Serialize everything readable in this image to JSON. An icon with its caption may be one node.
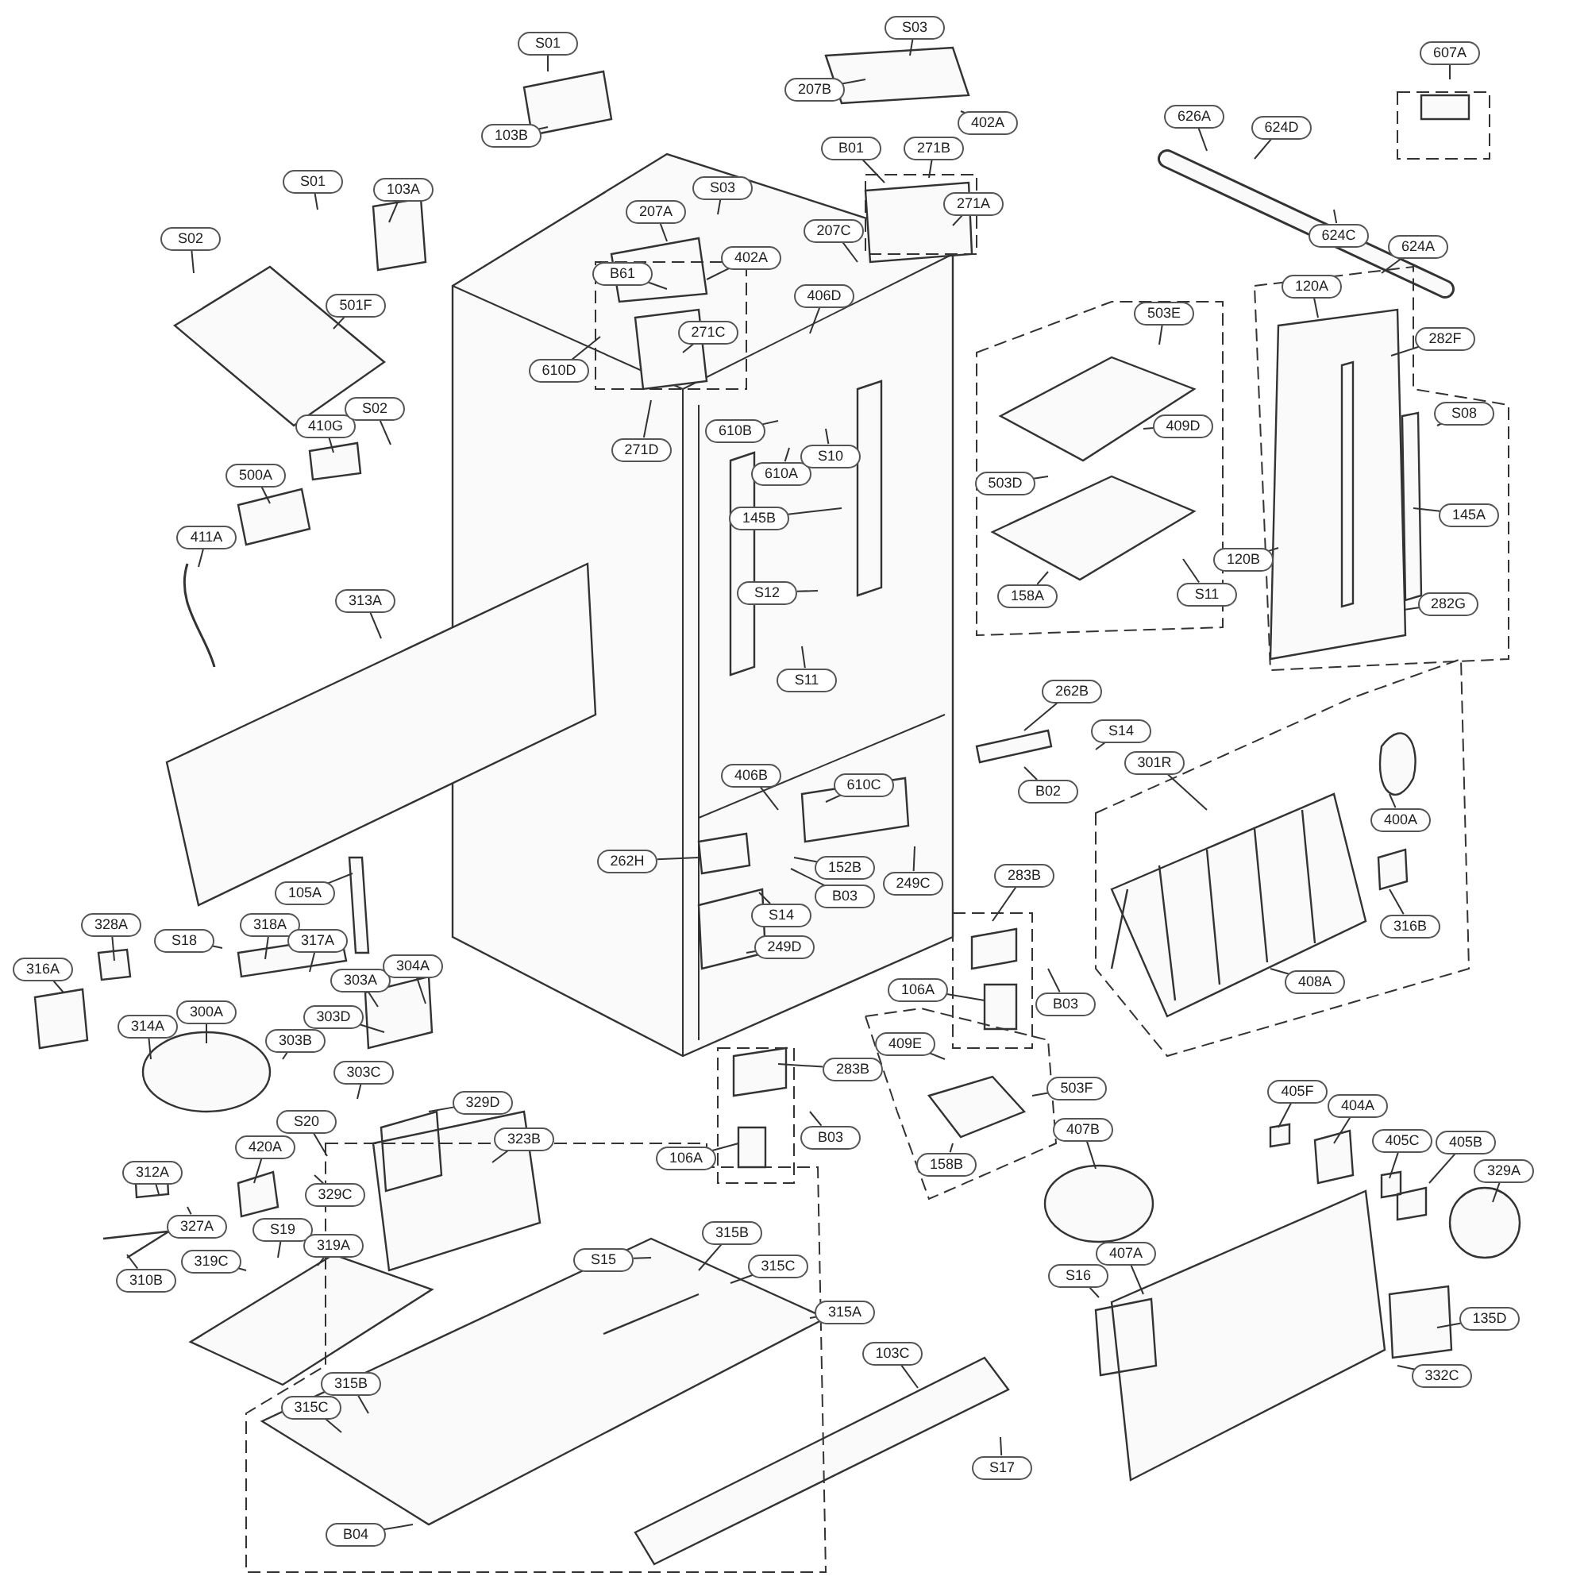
{
  "diagram": {
    "nodes": [
      {
        "text": [
          "S01"
        ]
      },
      {
        "text": [
          "103B"
        ]
      },
      {
        "text": [
          "S03"
        ]
      },
      {
        "text": [
          "207B"
        ]
      },
      {
        "text": [
          "402A"
        ]
      },
      {
        "text": [
          "607A"
        ]
      },
      {
        "text": [
          "626A"
        ]
      },
      {
        "text": [
          "624D"
        ]
      },
      {
        "text": [
          "624C"
        ]
      },
      {
        "text": [
          "624A"
        ]
      },
      {
        "text": [
          "S01"
        ]
      },
      {
        "text": [
          "103A"
        ]
      },
      {
        "text": [
          "S03"
        ]
      },
      {
        "text": [
          "B01"
        ]
      },
      {
        "text": [
          "271B"
        ]
      },
      {
        "text": [
          "271A"
        ]
      },
      {
        "text": [
          "207A"
        ]
      },
      {
        "text": [
          "207C"
        ]
      },
      {
        "text": [
          "S02"
        ]
      },
      {
        "text": [
          "B61"
        ]
      },
      {
        "text": [
          "402A"
        ]
      },
      {
        "text": [
          "406D"
        ]
      },
      {
        "text": [
          "501F"
        ]
      },
      {
        "text": [
          "610D"
        ]
      },
      {
        "text": [
          "271C"
        ]
      },
      {
        "text": [
          "503E"
        ]
      },
      {
        "text": [
          "120A"
        ]
      },
      {
        "text": [
          "282F"
        ]
      },
      {
        "text": [
          "271D"
        ]
      },
      {
        "text": [
          "410G"
        ]
      },
      {
        "text": [
          "S02"
        ]
      },
      {
        "text": [
          "610B"
        ]
      },
      {
        "text": [
          "409D"
        ]
      },
      {
        "text": [
          "S08"
        ]
      },
      {
        "text": [
          "610A"
        ]
      },
      {
        "text": [
          "S10"
        ]
      },
      {
        "text": [
          "500A"
        ]
      },
      {
        "text": [
          "503D"
        ]
      },
      {
        "text": [
          "145B"
        ]
      },
      {
        "text": [
          "145A"
        ]
      },
      {
        "text": [
          "411A"
        ]
      },
      {
        "text": [
          "120B"
        ]
      },
      {
        "text": [
          "158A"
        ]
      },
      {
        "text": [
          "S11"
        ]
      },
      {
        "text": [
          "282G"
        ]
      },
      {
        "text": [
          "313A"
        ]
      },
      {
        "text": [
          "S12"
        ]
      },
      {
        "text": [
          "S11"
        ]
      },
      {
        "text": [
          "262B"
        ]
      },
      {
        "text": [
          "S14"
        ]
      },
      {
        "text": [
          "B02"
        ]
      },
      {
        "text": [
          "301R"
        ]
      },
      {
        "text": [
          "406B"
        ]
      },
      {
        "text": [
          "610C"
        ]
      },
      {
        "text": [
          "400A"
        ]
      },
      {
        "text": [
          "262H"
        ]
      },
      {
        "text": [
          "152B"
        ]
      },
      {
        "text": [
          "249C"
        ]
      },
      {
        "text": [
          "283B"
        ]
      },
      {
        "text": [
          "105A"
        ]
      },
      {
        "text": [
          "B03"
        ]
      },
      {
        "text": [
          "S14"
        ]
      },
      {
        "text": [
          "316B"
        ]
      },
      {
        "text": [
          "328A"
        ]
      },
      {
        "text": [
          "318A"
        ]
      },
      {
        "text": [
          "S18"
        ]
      },
      {
        "text": [
          "317A"
        ]
      },
      {
        "text": [
          "249D"
        ]
      },
      {
        "text": [
          "316A"
        ]
      },
      {
        "text": [
          "303A"
        ]
      },
      {
        "text": [
          "304A"
        ]
      },
      {
        "text": [
          "408A"
        ]
      },
      {
        "text": [
          "106A"
        ]
      },
      {
        "text": [
          "B03"
        ]
      },
      {
        "text": [
          "314A"
        ]
      },
      {
        "text": [
          "300A"
        ]
      },
      {
        "text": [
          "303D"
        ]
      },
      {
        "text": [
          "303B"
        ]
      },
      {
        "text": [
          "409E"
        ]
      },
      {
        "text": [
          "283B"
        ]
      },
      {
        "text": [
          "303C"
        ]
      },
      {
        "text": [
          "503F"
        ]
      },
      {
        "text": [
          "405F"
        ]
      },
      {
        "text": [
          "329D"
        ]
      },
      {
        "text": [
          "404A"
        ]
      },
      {
        "text": [
          "B03"
        ]
      },
      {
        "text": [
          "407B"
        ]
      },
      {
        "text": [
          "S20"
        ]
      },
      {
        "text": [
          "323B"
        ]
      },
      {
        "text": [
          "405C"
        ]
      },
      {
        "text": [
          "405B"
        ]
      },
      {
        "text": [
          "420A"
        ]
      },
      {
        "text": [
          "106A"
        ]
      },
      {
        "text": [
          "158B"
        ]
      },
      {
        "text": [
          "312A"
        ]
      },
      {
        "text": [
          "329A"
        ]
      },
      {
        "text": [
          "329C"
        ]
      },
      {
        "text": [
          "327A"
        ]
      },
      {
        "text": [
          "S19"
        ]
      },
      {
        "text": [
          "319A"
        ]
      },
      {
        "text": [
          "407A"
        ]
      },
      {
        "text": [
          "310B"
        ]
      },
      {
        "text": [
          "319C"
        ]
      },
      {
        "text": [
          "315B"
        ]
      },
      {
        "text": [
          "S15"
        ]
      },
      {
        "text": [
          "315C"
        ]
      },
      {
        "text": [
          "S16"
        ]
      },
      {
        "text": [
          "135D"
        ]
      },
      {
        "text": [
          "315A"
        ]
      },
      {
        "text": [
          "103C"
        ]
      },
      {
        "text": [
          "332C"
        ]
      },
      {
        "text": [
          "315B"
        ]
      },
      {
        "text": [
          "315C"
        ]
      },
      {
        "text": [
          "S17"
        ]
      },
      {
        "text": [
          "B04"
        ]
      }
    ],
    "edges": [
      {
        "from": 0,
        "to": null,
        "arrow": "none"
      },
      {
        "from": 1,
        "to": null,
        "arrow": "none"
      },
      {
        "from": 2,
        "to": null,
        "arrow": "none"
      },
      {
        "from": 3,
        "to": null,
        "arrow": "none"
      },
      {
        "from": 4,
        "to": null,
        "arrow": "none"
      },
      {
        "from": 5,
        "to": null,
        "arrow": "none"
      },
      {
        "from": 6,
        "to": null,
        "arrow": "none"
      },
      {
        "from": 7,
        "to": null,
        "arrow": "none"
      },
      {
        "from": 8,
        "to": null,
        "arrow": "none"
      },
      {
        "from": 9,
        "to": null,
        "arrow": "none"
      },
      {
        "from": 10,
        "to": null,
        "arrow": "none"
      },
      {
        "from": 11,
        "to": null,
        "arrow": "none"
      },
      {
        "from": 12,
        "to": null,
        "arrow": "none"
      },
      {
        "from": 13,
        "to": null,
        "arrow": "none"
      },
      {
        "from": 14,
        "to": null,
        "arrow": "none"
      },
      {
        "from": 15,
        "to": null,
        "arrow": "none"
      },
      {
        "from": 16,
        "to": null,
        "arrow": "none"
      },
      {
        "from": 17,
        "to": null,
        "arrow": "none"
      },
      {
        "from": 18,
        "to": null,
        "arrow": "none"
      },
      {
        "from": 19,
        "to": null,
        "arrow": "none"
      },
      {
        "from": 20,
        "to": null,
        "arrow": "none"
      },
      {
        "from": 21,
        "to": null,
        "arrow": "none"
      },
      {
        "from": 22,
        "to": null,
        "arrow": "none"
      },
      {
        "from": 23,
        "to": null,
        "arrow": "none"
      },
      {
        "from": 24,
        "to": null,
        "arrow": "none"
      },
      {
        "from": 25,
        "to": null,
        "arrow": "none"
      },
      {
        "from": 26,
        "to": null,
        "arrow": "none"
      },
      {
        "from": 27,
        "to": null,
        "arrow": "none"
      },
      {
        "from": 28,
        "to": null,
        "arrow": "none"
      },
      {
        "from": 29,
        "to": null,
        "arrow": "none"
      },
      {
        "from": 30,
        "to": null,
        "arrow": "none"
      },
      {
        "from": 31,
        "to": null,
        "arrow": "none"
      },
      {
        "from": 32,
        "to": null,
        "arrow": "none"
      },
      {
        "from": 33,
        "to": null,
        "arrow": "none"
      },
      {
        "from": 34,
        "to": null,
        "arrow": "none"
      },
      {
        "from": 35,
        "to": null,
        "arrow": "none"
      },
      {
        "from": 36,
        "to": null,
        "arrow": "none"
      },
      {
        "from": 37,
        "to": null,
        "arrow": "none"
      },
      {
        "from": 38,
        "to": null,
        "arrow": "none"
      },
      {
        "from": 39,
        "to": null,
        "arrow": "none"
      },
      {
        "from": 40,
        "to": null,
        "arrow": "none"
      },
      {
        "from": 41,
        "to": null,
        "arrow": "none"
      },
      {
        "from": 42,
        "to": null,
        "arrow": "none"
      },
      {
        "from": 43,
        "to": null,
        "arrow": "none"
      },
      {
        "from": 44,
        "to": null,
        "arrow": "none"
      },
      {
        "from": 45,
        "to": null,
        "arrow": "none"
      },
      {
        "from": 46,
        "to": null,
        "arrow": "none"
      },
      {
        "from": 47,
        "to": null,
        "arrow": "none"
      },
      {
        "from": 48,
        "to": null,
        "arrow": "none"
      },
      {
        "from": 49,
        "to": null,
        "arrow": "none"
      },
      {
        "from": 50,
        "to": null,
        "arrow": "none"
      },
      {
        "from": 51,
        "to": null,
        "arrow": "none"
      },
      {
        "from": 52,
        "to": null,
        "arrow": "none"
      },
      {
        "from": 53,
        "to": null,
        "arrow": "none"
      },
      {
        "from": 54,
        "to": null,
        "arrow": "none"
      },
      {
        "from": 55,
        "to": null,
        "arrow": "none"
      },
      {
        "from": 56,
        "to": null,
        "arrow": "none"
      },
      {
        "from": 57,
        "to": null,
        "arrow": "none"
      },
      {
        "from": 58,
        "to": null,
        "arrow": "none"
      },
      {
        "from": 59,
        "to": null,
        "arrow": "none"
      },
      {
        "from": 60,
        "to": null,
        "arrow": "none"
      },
      {
        "from": 61,
        "to": null,
        "arrow": "none"
      },
      {
        "from": 62,
        "to": null,
        "arrow": "none"
      },
      {
        "from": 63,
        "to": null,
        "arrow": "none"
      },
      {
        "from": 64,
        "to": null,
        "arrow": "none"
      },
      {
        "from": 65,
        "to": null,
        "arrow": "none"
      },
      {
        "from": 66,
        "to": null,
        "arrow": "none"
      },
      {
        "from": 67,
        "to": null,
        "arrow": "none"
      },
      {
        "from": 68,
        "to": null,
        "arrow": "none"
      },
      {
        "from": 69,
        "to": null,
        "arrow": "none"
      },
      {
        "from": 70,
        "to": null,
        "arrow": "none"
      },
      {
        "from": 71,
        "to": null,
        "arrow": "none"
      },
      {
        "from": 72,
        "to": null,
        "arrow": "none"
      },
      {
        "from": 73,
        "to": null,
        "arrow": "none"
      },
      {
        "from": 74,
        "to": null,
        "arrow": "none"
      },
      {
        "from": 75,
        "to": null,
        "arrow": "none"
      },
      {
        "from": 76,
        "to": null,
        "arrow": "none"
      },
      {
        "from": 77,
        "to": null,
        "arrow": "none"
      },
      {
        "from": 78,
        "to": null,
        "arrow": "none"
      },
      {
        "from": 79,
        "to": null,
        "arrow": "none"
      },
      {
        "from": 80,
        "to": null,
        "arrow": "none"
      },
      {
        "from": 81,
        "to": null,
        "arrow": "none"
      },
      {
        "from": 82,
        "to": null,
        "arrow": "none"
      },
      {
        "from": 83,
        "to": null,
        "arrow": "none"
      },
      {
        "from": 84,
        "to": null,
        "arrow": "none"
      },
      {
        "from": 85,
        "to": null,
        "arrow": "none"
      },
      {
        "from": 86,
        "to": null,
        "arrow": "none"
      },
      {
        "from": 87,
        "to": null,
        "arrow": "none"
      },
      {
        "from": 88,
        "to": null,
        "arrow": "none"
      },
      {
        "from": 89,
        "to": null,
        "arrow": "none"
      },
      {
        "from": 90,
        "to": null,
        "arrow": "none"
      },
      {
        "from": 91,
        "to": null,
        "arrow": "none"
      },
      {
        "from": 92,
        "to": null,
        "arrow": "none"
      },
      {
        "from": 93,
        "to": null,
        "arrow": "none"
      },
      {
        "from": 94,
        "to": null,
        "arrow": "none"
      },
      {
        "from": 95,
        "to": null,
        "arrow": "none"
      },
      {
        "from": 96,
        "to": null,
        "arrow": "none"
      },
      {
        "from": 97,
        "to": null,
        "arrow": "none"
      },
      {
        "from": 98,
        "to": null,
        "arrow": "none"
      },
      {
        "from": 99,
        "to": null,
        "arrow": "none"
      },
      {
        "from": 100,
        "to": null,
        "arrow": "none"
      },
      {
        "from": 101,
        "to": null,
        "arrow": "none"
      },
      {
        "from": 102,
        "to": null,
        "arrow": "none"
      },
      {
        "from": 103,
        "to": null,
        "arrow": "none"
      },
      {
        "from": 104,
        "to": null,
        "arrow": "none"
      },
      {
        "from": 105,
        "to": null,
        "arrow": "none"
      },
      {
        "from": 106,
        "to": null,
        "arrow": "none"
      },
      {
        "from": 107,
        "to": null,
        "arrow": "none"
      },
      {
        "from": 108,
        "to": null,
        "arrow": "none"
      },
      {
        "from": 109,
        "to": null,
        "arrow": "none"
      },
      {
        "from": 110,
        "to": null,
        "arrow": "none"
      },
      {
        "from": 111,
        "to": null,
        "arrow": "none"
      },
      {
        "from": 112,
        "to": null,
        "arrow": "none"
      },
      {
        "from": 113,
        "to": null,
        "arrow": "none"
      },
      {
        "from": 114,
        "to": null,
        "arrow": "none"
      }
    ]
  }
}
